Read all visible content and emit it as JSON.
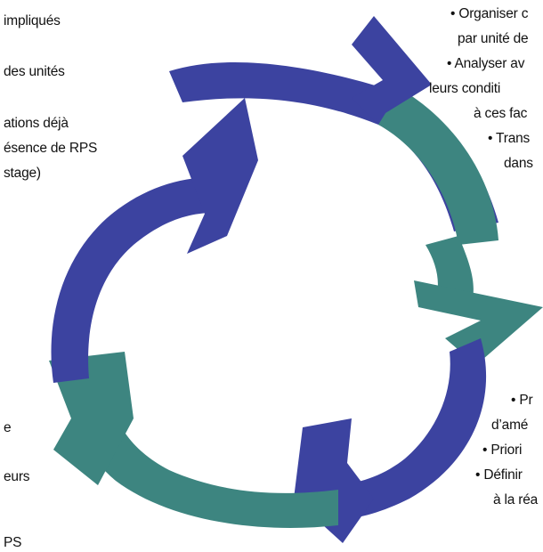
{
  "colors": {
    "indigo": "#3c43a0",
    "teal": "#3d8580",
    "text": "#111111",
    "background": "#ffffff"
  },
  "left_text": [
    "impliqués",
    "des unités",
    "ations déjà",
    "ésence de RPS",
    "stage)"
  ],
  "bottom_left_text": [
    "e",
    "eurs",
    "PS"
  ],
  "top_right_text": [
    "• Organiser c",
    "par unité de",
    "• Analyser av",
    "leurs conditi",
    "à ces fac",
    "• Trans",
    "dans"
  ],
  "bottom_right_text": [
    "• Pr",
    "d’amé",
    "• Priori",
    "• Définir",
    "à la réa"
  ]
}
